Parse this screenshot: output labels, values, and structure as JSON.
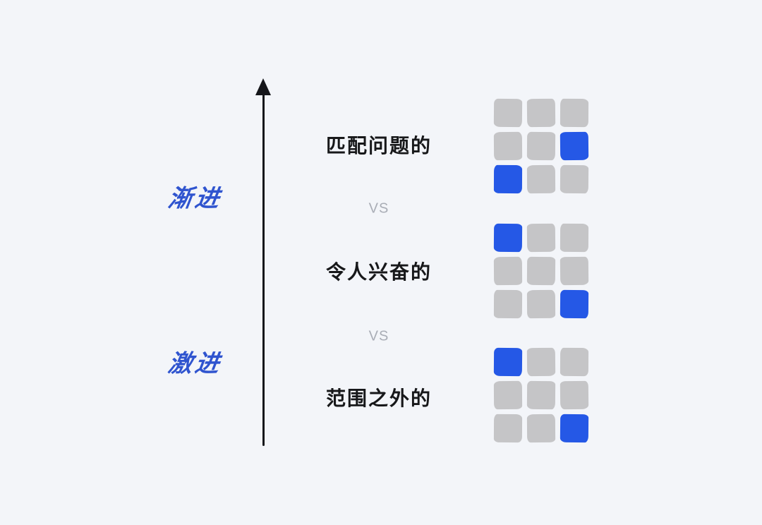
{
  "colors": {
    "background": "#f3f5f9",
    "axis_line": "#15161a",
    "axis_label": "#2f54cf",
    "item_label": "#17181a",
    "vs_label": "#a9adb6",
    "cell_default": "#c5c5c7",
    "cell_highlight": "#2558e6"
  },
  "axis": {
    "direction": "up",
    "labels": [
      {
        "text": "渐进"
      },
      {
        "text": "激进"
      }
    ]
  },
  "vs_labels": [
    "VS",
    "VS"
  ],
  "items": [
    {
      "label": "匹配问题的",
      "grid": {
        "rows": 3,
        "cols": 3,
        "cells": [
          0,
          0,
          0,
          0,
          0,
          1,
          1,
          0,
          0
        ]
      }
    },
    {
      "label": "令人兴奋的",
      "grid": {
        "rows": 3,
        "cols": 3,
        "cells": [
          1,
          0,
          0,
          0,
          0,
          0,
          0,
          0,
          1
        ]
      }
    },
    {
      "label": "范围之外的",
      "grid": {
        "rows": 3,
        "cols": 3,
        "cells": [
          1,
          0,
          0,
          0,
          0,
          0,
          0,
          0,
          1
        ]
      }
    }
  ]
}
